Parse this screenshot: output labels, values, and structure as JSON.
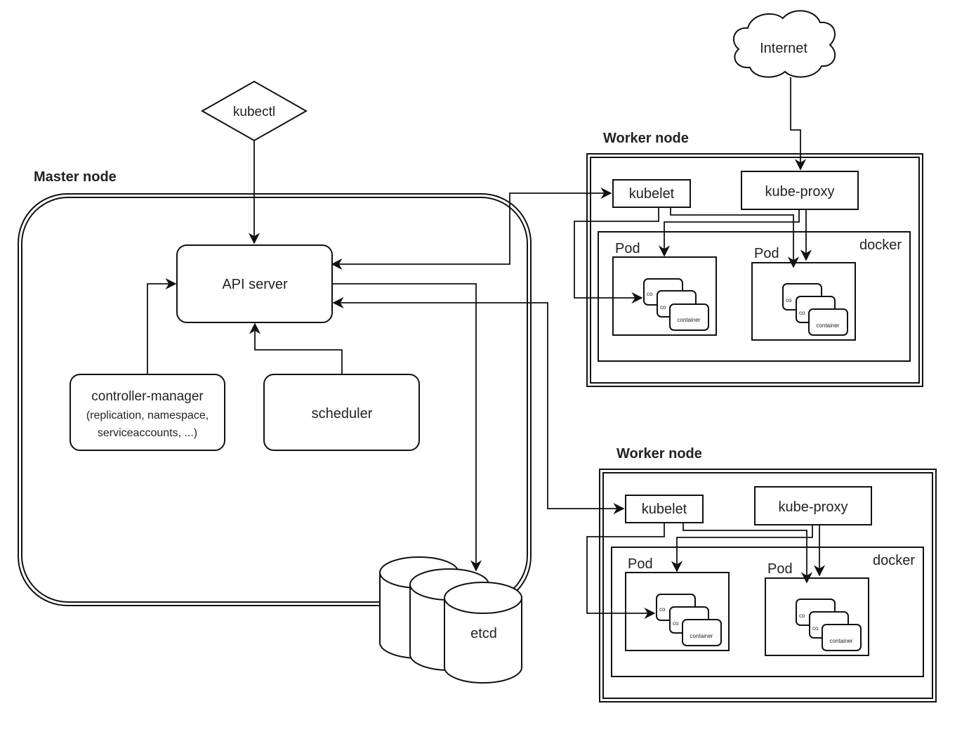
{
  "master": {
    "title": "Master node",
    "kubectl": "kubectl",
    "api_server": "API server",
    "controller_manager": {
      "line1": "controller-manager",
      "line2": "(replication, namespace,",
      "line3": "serviceaccounts, ...)"
    },
    "scheduler": "scheduler",
    "etcd": "etcd"
  },
  "internet": "Internet",
  "workers": [
    {
      "title": "Worker node",
      "kubelet": "kubelet",
      "kube_proxy": "kube-proxy",
      "docker": "docker",
      "pods": [
        {
          "label": "Pod",
          "containers": [
            "co",
            "co",
            "container"
          ]
        },
        {
          "label": "Pod",
          "containers": [
            "co",
            "co",
            "container"
          ]
        }
      ]
    },
    {
      "title": "Worker node",
      "kubelet": "kubelet",
      "kube_proxy": "kube-proxy",
      "docker": "docker",
      "pods": [
        {
          "label": "Pod",
          "containers": [
            "co",
            "co",
            "container"
          ]
        },
        {
          "label": "Pod",
          "containers": [
            "co",
            "co",
            "container"
          ]
        }
      ]
    }
  ]
}
